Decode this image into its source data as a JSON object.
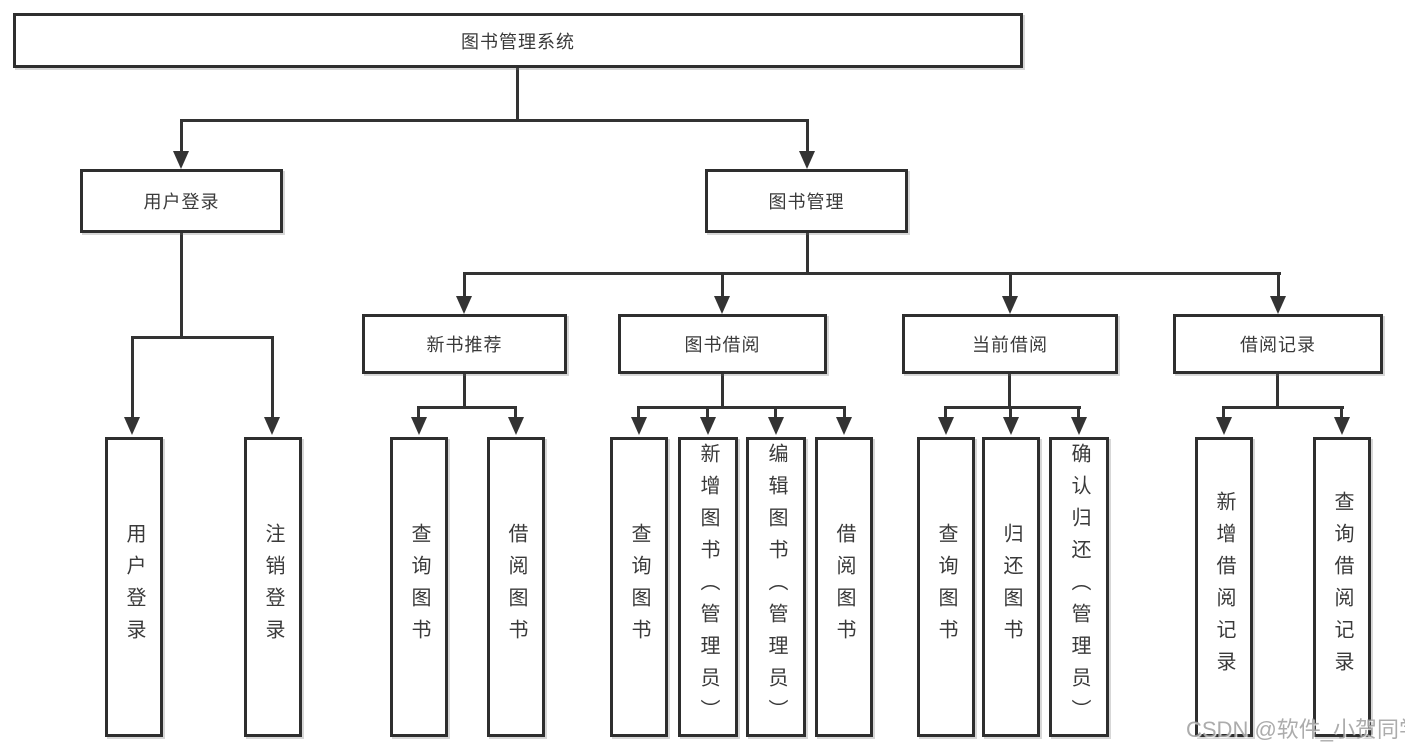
{
  "diagram": {
    "root": {
      "label": "图书管理系统"
    },
    "branches": [
      {
        "label": "用户登录",
        "children": [
          {
            "label": "用户登录"
          },
          {
            "label": "注销登录"
          }
        ]
      },
      {
        "label": "图书管理",
        "modules": [
          {
            "label": "新书推荐",
            "children": [
              {
                "label": "查询图书"
              },
              {
                "label": "借阅图书"
              }
            ]
          },
          {
            "label": "图书借阅",
            "children": [
              {
                "label": "查询图书"
              },
              {
                "label": "新增图书（管理员）"
              },
              {
                "label": "编辑图书（管理员）"
              },
              {
                "label": "借阅图书"
              }
            ]
          },
          {
            "label": "当前借阅",
            "children": [
              {
                "label": "查询图书"
              },
              {
                "label": "归还图书"
              },
              {
                "label": "确认归还（管理员）"
              }
            ]
          },
          {
            "label": "借阅记录",
            "children": [
              {
                "label": "新增借阅记录"
              },
              {
                "label": "查询借阅记录"
              }
            ]
          }
        ]
      }
    ],
    "watermark": "CSDN @软件_小贺同学",
    "colors": {
      "background": "#ffffff",
      "line": "#333333",
      "box_border": "#2e2e2e",
      "text": "#3a3a3a",
      "watermark": "#9e9e9e"
    }
  }
}
